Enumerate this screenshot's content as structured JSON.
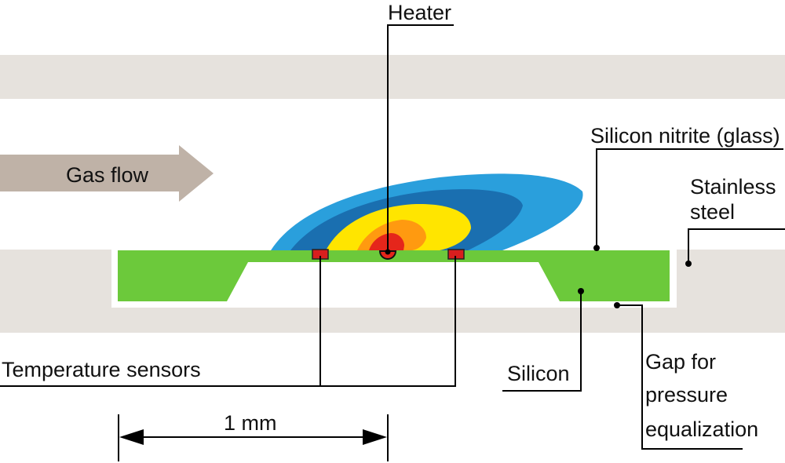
{
  "labels": {
    "heater": "Heater",
    "gas_flow": "Gas flow",
    "silicon_nitrite": "Silicon nitrite (glass)",
    "stainless_line1": "Stainless",
    "stainless_line2": "steel",
    "temperature_sensors": "Temperature sensors",
    "silicon": "Silicon",
    "gap_line1": "Gap for",
    "gap_line2": "pressure",
    "gap_line3": "equalization",
    "scale": "1 mm"
  },
  "colors": {
    "steel": "#e6e2dd",
    "silicon_green": "#6cc93b",
    "arrow": "#bfb2a7",
    "heat_outer": "#2a9fdc",
    "heat_mid": "#1a6fb0",
    "heat_yellow": "#ffe500",
    "heat_orange": "#ff9a10",
    "heat_red": "#e5261b",
    "sensor": "#d81e1e"
  }
}
